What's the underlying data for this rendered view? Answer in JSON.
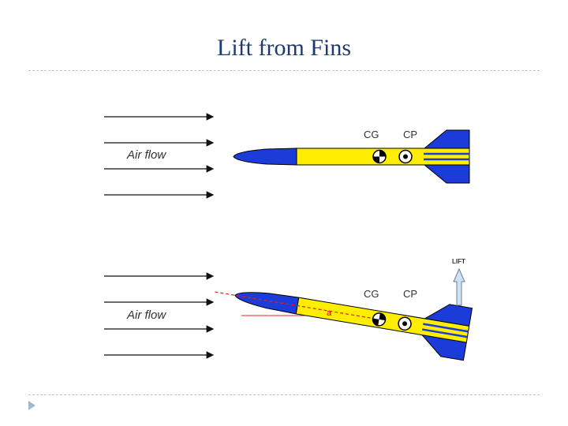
{
  "slide": {
    "title": "Lift from Fins"
  },
  "diagram_top": {
    "airflow_label": "Air flow",
    "cg_label": "CG",
    "cp_label": "CP"
  },
  "diagram_bottom": {
    "airflow_label": "Air flow",
    "cg_label": "CG",
    "cp_label": "CP",
    "lift_label": "LIFT",
    "angle_label": "a"
  },
  "colors": {
    "title": "#1f3a6e",
    "rocket_body": "#ffee00",
    "rocket_nose_fins": "#1c3cd9",
    "angle_line": "#e02020",
    "lift_arrow": "#cfe0f5"
  }
}
